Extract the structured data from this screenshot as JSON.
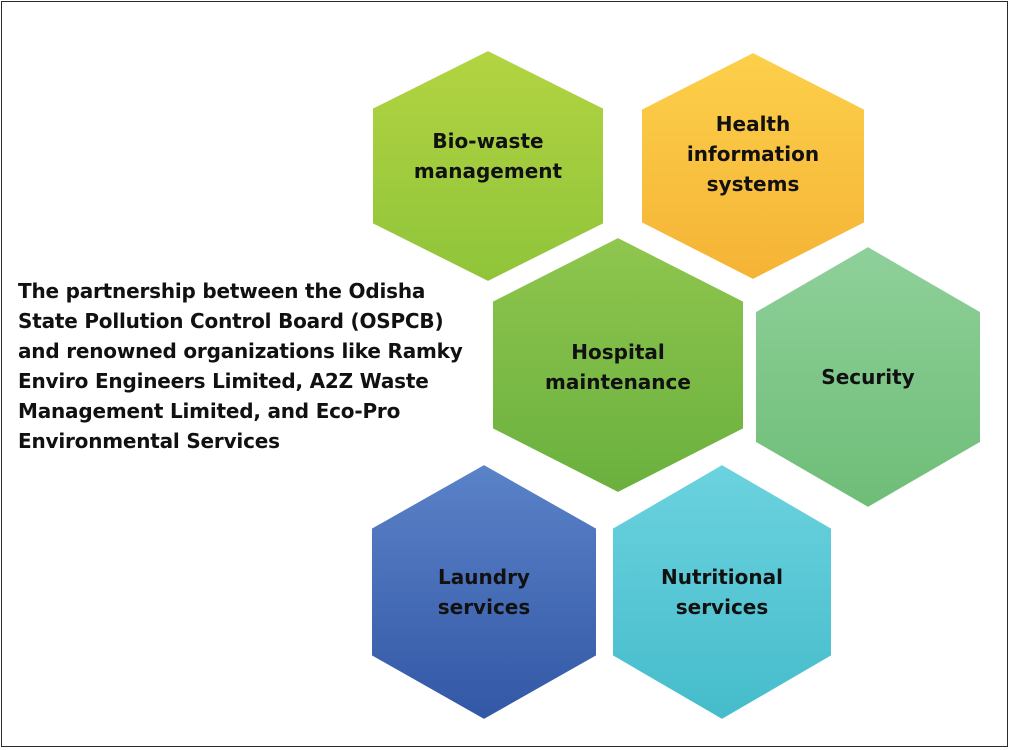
{
  "description": "The partnership between the Odisha\nState Pollution Control Board (OSPCB)\nand renowned organizations like Ramky\nEnviro Engineers Limited, A2Z Waste\nManagement Limited, and Eco-Pro\nEnvironmental Services",
  "services": [
    {
      "lines": [
        "Bio-waste",
        "management"
      ],
      "color_top": "#b3d442",
      "color_bottom": "#8fc43a"
    },
    {
      "lines": [
        "Health",
        "information",
        "systems"
      ],
      "color_top": "#fcd04a",
      "color_bottom": "#f5b335"
    },
    {
      "lines": [
        "Hospital",
        "maintenance"
      ],
      "color_top": "#8fc64e",
      "color_bottom": "#6ab03e"
    },
    {
      "lines": [
        "Security"
      ],
      "color_top": "#8fd09a",
      "color_bottom": "#6ebd77"
    },
    {
      "lines": [
        "Laundry",
        "services"
      ],
      "color_top": "#5b83c8",
      "color_bottom": "#3257a6"
    },
    {
      "lines": [
        "Nutritional",
        "services"
      ],
      "color_top": "#6cd2df",
      "color_bottom": "#45bccb"
    }
  ]
}
